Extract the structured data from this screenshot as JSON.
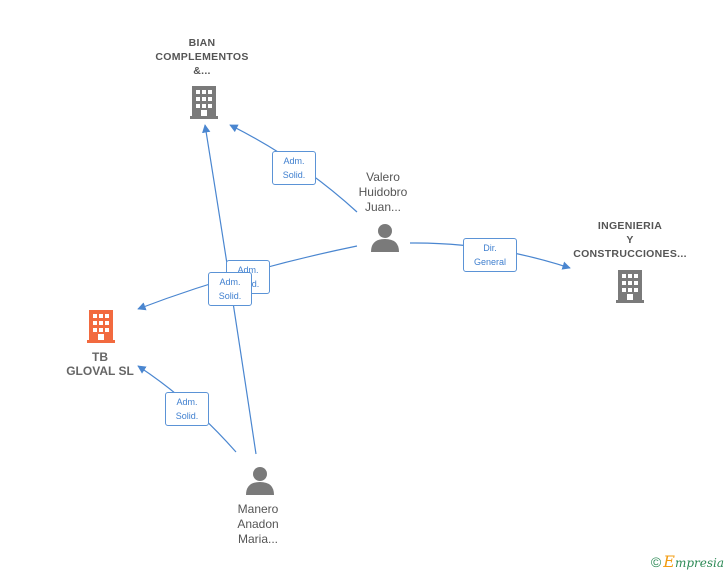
{
  "nodes": {
    "bian": {
      "label": "BIAN\nCOMPLEMENTOS\n&...",
      "type": "company",
      "icon": "building-icon",
      "color": "#7a7a7a"
    },
    "ingenieria": {
      "label": "INGENIERIA\nY\nCONSTRUCCIONES...",
      "type": "company",
      "icon": "building-icon",
      "color": "#7a7a7a"
    },
    "tb_gloval": {
      "label": "TB\nGLOVAL  SL",
      "type": "company",
      "icon": "building-icon",
      "color": "#f26a3f"
    },
    "valero": {
      "label": "Valero\nHuidobro\nJuan...",
      "type": "person",
      "icon": "person-icon",
      "color": "#7a7a7a"
    },
    "manero": {
      "label": "Manero\nAnadon\nMaria...",
      "type": "person",
      "icon": "person-icon",
      "color": "#7a7a7a"
    }
  },
  "edges": [
    {
      "from": "valero",
      "to": "bian",
      "label": "Adm.\nSolid."
    },
    {
      "from": "valero",
      "to": "ingenieria",
      "label": "Dir.\nGeneral"
    },
    {
      "from": "valero",
      "to": "tb_gloval",
      "label": "Adm.\nSolid."
    },
    {
      "from": "manero",
      "to": "bian",
      "label": "Adm.\nSolid."
    },
    {
      "from": "manero",
      "to": "tb_gloval",
      "label": "Adm.\nSolid."
    }
  ],
  "colors": {
    "edge": "#4a86d0",
    "label_border": "#5b93d6"
  },
  "footer": {
    "copyright": "©",
    "brand_initial": "E",
    "brand_rest": "mpresia"
  }
}
